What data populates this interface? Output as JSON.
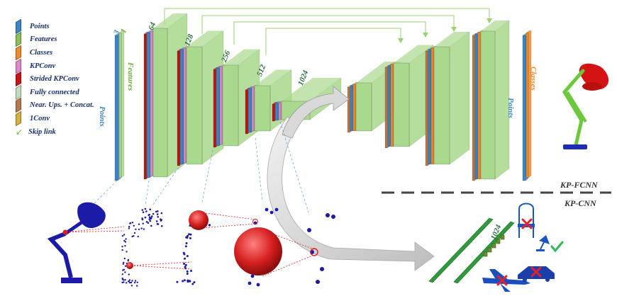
{
  "legend": [
    {
      "label": "Points",
      "color": "#3b86c6",
      "icon": "swatch"
    },
    {
      "label": "Features",
      "color": "#8fbf5a",
      "icon": "swatch"
    },
    {
      "label": "Classes",
      "color": "#f08a2a",
      "icon": "swatch"
    },
    {
      "label": "KPConv",
      "color": "#e089c8",
      "icon": "swatch"
    },
    {
      "label": "Strided KPConv",
      "color": "#c81414",
      "icon": "swatch"
    },
    {
      "label": "Fully connected",
      "color": "#c9d9bd",
      "icon": "swatch"
    },
    {
      "label": "Near. Ups. + Concat.",
      "color": "#b87a4b",
      "icon": "swatch"
    },
    {
      "label": "1Conv",
      "color": "#d4b040",
      "icon": "swatch"
    },
    {
      "label": "Skip link",
      "color": "#7fbf4a",
      "icon": "skip-link-arrow-icon"
    }
  ],
  "encoder_labels": [
    "3",
    "1",
    "64",
    "128",
    "256",
    "512",
    "1024"
  ],
  "input_labels": {
    "points": "Points",
    "features": "Features"
  },
  "output_labels": {
    "points": "Points",
    "classes": "Classes"
  },
  "fc_label": "1024",
  "network_labels": {
    "fcnn": "KP-FCNN",
    "cnn": "KP-CNN"
  },
  "colors": {
    "points": "#3b86c6",
    "features": "#a9d98c",
    "classes": "#f08a2a",
    "kpconv": "#e089c8",
    "strided": "#c81414",
    "upsample": "#b87a4b",
    "skip": "#7fbf4a",
    "pointcloud": "#1b1ba8",
    "kernel": "#d62020",
    "fc": "#2f9a3c"
  },
  "icons": [
    "lamp-segmented-icon",
    "chair-icon",
    "lamp-icon",
    "airplane-icon",
    "car-icon",
    "cross-icon",
    "check-icon"
  ]
}
